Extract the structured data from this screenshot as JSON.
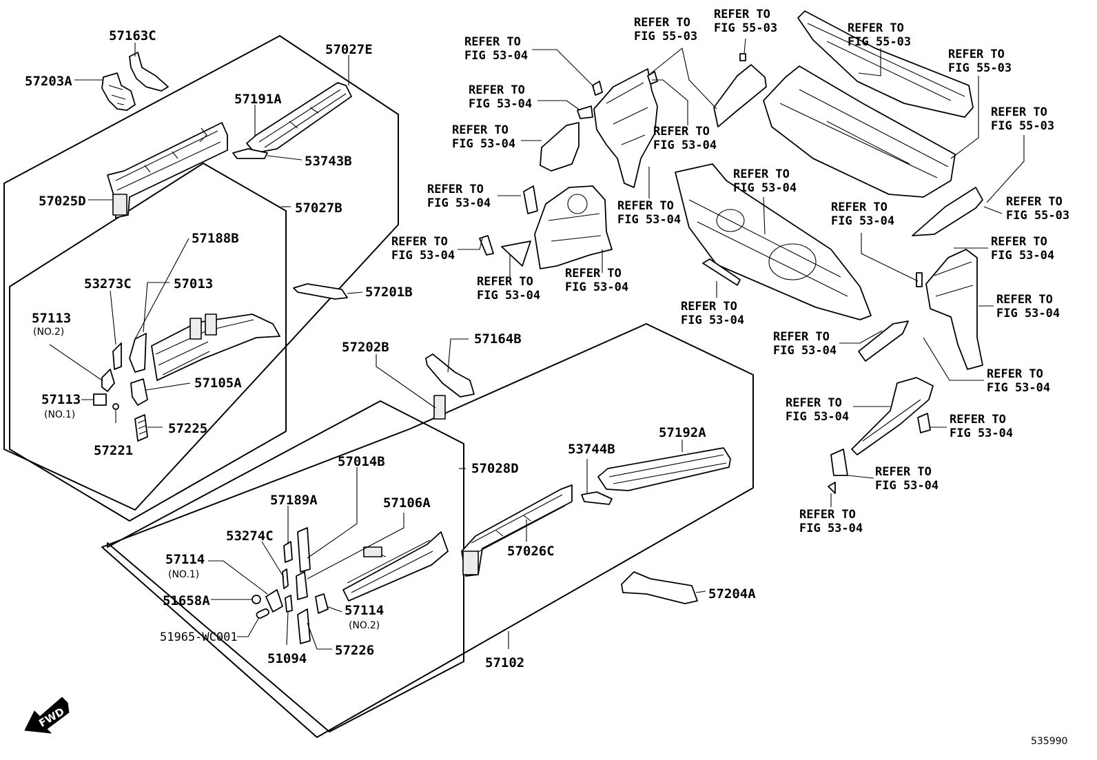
{
  "labels": {
    "p57163C": "57163C",
    "p57203A": "57203A",
    "p57027E": "57027E",
    "p57191A": "57191A",
    "p53743B": "53743B",
    "p57025D": "57025D",
    "p57027B": "57027B",
    "p57188B": "57188B",
    "p53273C": "53273C",
    "p57013": "57013",
    "p57113_no2": "57113",
    "p57113_no2_sub": "(NO.2)",
    "p57105A": "57105A",
    "p57113_no1": "57113",
    "p57113_no1_sub": "(NO.1)",
    "p57225": "57225",
    "p57221": "57221",
    "p57201B": "57201B",
    "p57202B": "57202B",
    "p57164B": "57164B",
    "p57014B": "57014B",
    "p57028D": "57028D",
    "p57189A": "57189A",
    "p57106A": "57106A",
    "p53274C": "53274C",
    "p57114_no1": "57114",
    "p57114_no1_sub": "(NO.1)",
    "p51658A": "51658A",
    "p57114_no2": "57114",
    "p57114_no2_sub": "(NO.2)",
    "p51965": "51965-WC001",
    "p51094": "51094",
    "p57226": "57226",
    "p57102": "57102",
    "p53744B": "53744B",
    "p57192A": "57192A",
    "p57026C": "57026C",
    "p57204A": "57204A"
  },
  "refers": {
    "refer_word": "REFER TO",
    "fig_53_04": "FIG 53-04",
    "fig_55_03": "FIG 55-03"
  },
  "fwd_label": "FWD",
  "diagram_code": "535990"
}
